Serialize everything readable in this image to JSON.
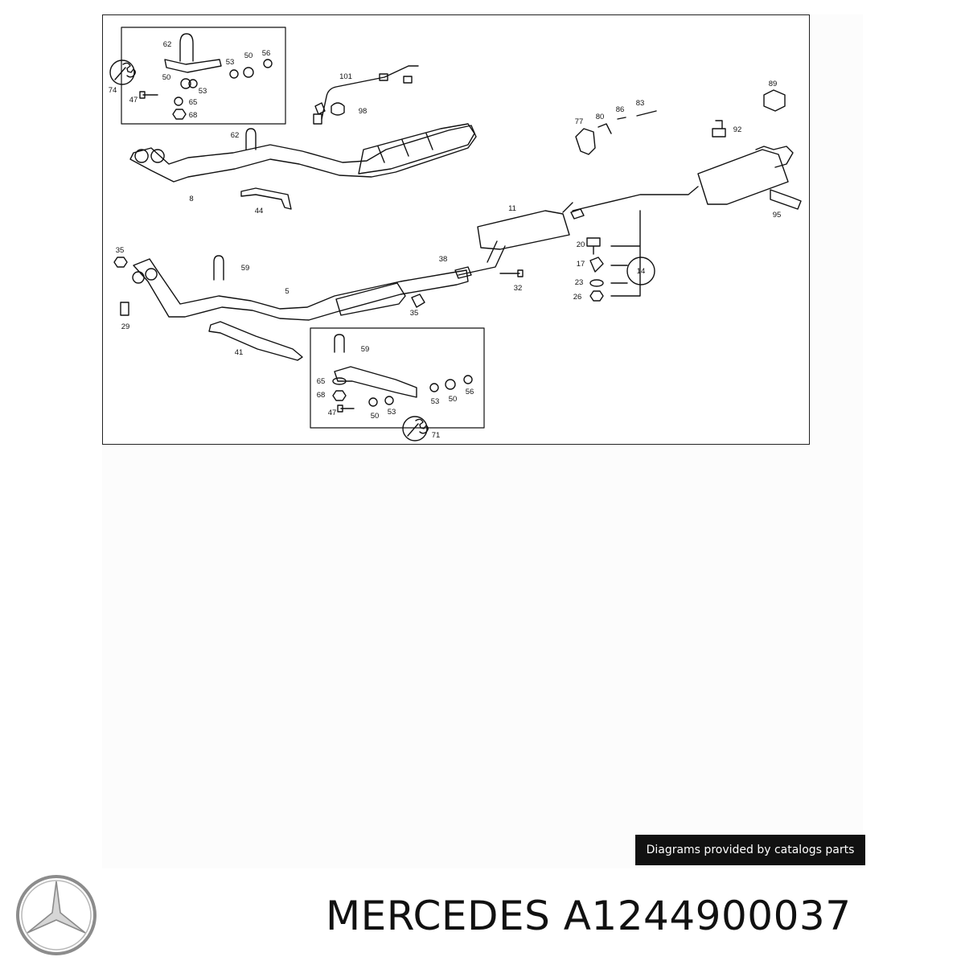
{
  "diagram": {
    "callouts": {
      "c62a": "62",
      "c53a": "53",
      "c50a": "50",
      "c56a": "56",
      "c74": "74",
      "c50b": "50",
      "c47a": "47",
      "c53b": "53",
      "c65a": "65",
      "c68a": "68",
      "c101": "101",
      "c98": "98",
      "c62b": "62",
      "c8": "8",
      "c44": "44",
      "c89": "89",
      "c77": "77",
      "c80": "80",
      "c86": "86",
      "c83": "83",
      "c92": "92",
      "c95": "95",
      "c11": "11",
      "c20": "20",
      "c17": "17",
      "c14": "14",
      "c23": "23",
      "c26": "26",
      "c35a": "35",
      "c59a": "59",
      "c5": "5",
      "c38": "38",
      "c32": "32",
      "c35b": "35",
      "c29": "29",
      "c41": "41",
      "c59b": "59",
      "c65b": "65",
      "c68b": "68",
      "c53c": "53",
      "c50c": "50",
      "c56b": "56",
      "c47b": "47",
      "c50d": "50",
      "c53d": "53",
      "c71": "71"
    }
  },
  "footer": {
    "credit": "Diagrams provided by catalogs parts",
    "brand_part": "MERCEDES A1244900037"
  }
}
